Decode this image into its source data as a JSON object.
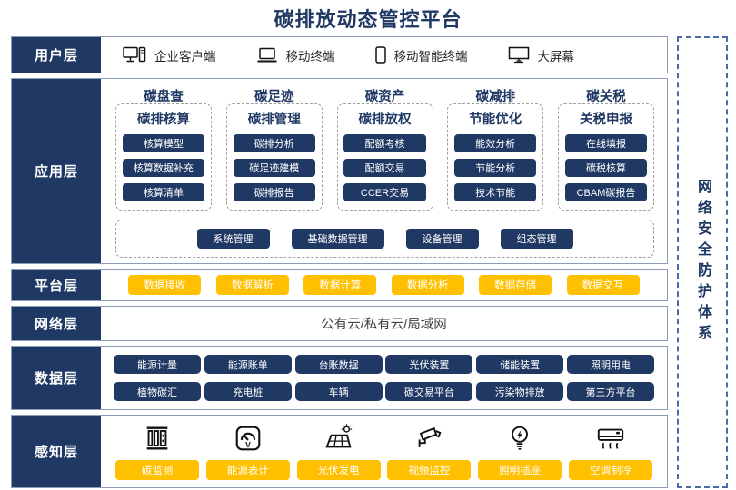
{
  "title": "碳排放动态管控平台",
  "colors": {
    "navy": "#203864",
    "yellow": "#FFC000",
    "border_blue": "#8D9CB8"
  },
  "security_panel": {
    "label": "网络安全防护体系"
  },
  "user_layer": {
    "label": "用户层",
    "items": [
      {
        "icon": "desktop-pc-icon",
        "label": "企业客户端"
      },
      {
        "icon": "laptop-icon",
        "label": "移动终端"
      },
      {
        "icon": "smartphone-icon",
        "label": "移动智能终端"
      },
      {
        "icon": "large-screen-icon",
        "label": "大屏幕"
      }
    ]
  },
  "app_layer": {
    "label": "应用层",
    "columns": [
      {
        "header": "碳盘查",
        "title": "碳排核算",
        "buttons": [
          "核算模型",
          "核算数据补充",
          "核算清单"
        ]
      },
      {
        "header": "碳足迹",
        "title": "碳排管理",
        "buttons": [
          "碳排分析",
          "碳足迹建模",
          "碳排报告"
        ]
      },
      {
        "header": "碳资产",
        "title": "碳排放权",
        "buttons": [
          "配额考核",
          "配额交易",
          "CCER交易"
        ]
      },
      {
        "header": "碳减排",
        "title": "节能优化",
        "buttons": [
          "能效分析",
          "节能分析",
          "技术节能"
        ]
      },
      {
        "header": "碳关税",
        "title": "关税申报",
        "buttons": [
          "在线填报",
          "碳税核算",
          "CBAM碳报告"
        ]
      }
    ],
    "common_buttons": [
      "系统管理",
      "基础数据管理",
      "设备管理",
      "组态管理"
    ]
  },
  "platform_layer": {
    "label": "平台层",
    "buttons": [
      "数据接收",
      "数据解析",
      "数据计算",
      "数据分析",
      "数据存储",
      "数据交互"
    ]
  },
  "network_layer": {
    "label": "网络层",
    "text": "公有云/私有云/局域网"
  },
  "data_layer": {
    "label": "数据层",
    "row1": [
      "能源计量",
      "能源账单",
      "台账数据",
      "光伏装置",
      "储能装置",
      "照明用电"
    ],
    "row2": [
      "植物碳汇",
      "充电桩",
      "车辆",
      "碳交易平台",
      "污染物排放",
      "第三方平台"
    ]
  },
  "perception_layer": {
    "label": "感知层",
    "items": [
      {
        "icon": "carbon-monitor-icon",
        "label": "碳监测"
      },
      {
        "icon": "energy-meter-icon",
        "label": "能源表计"
      },
      {
        "icon": "solar-panel-icon",
        "label": "光伏发电"
      },
      {
        "icon": "cctv-camera-icon",
        "label": "视频监控"
      },
      {
        "icon": "light-bulb-icon",
        "label": "照明插座"
      },
      {
        "icon": "air-conditioner-icon",
        "label": "空调制冷"
      }
    ]
  }
}
